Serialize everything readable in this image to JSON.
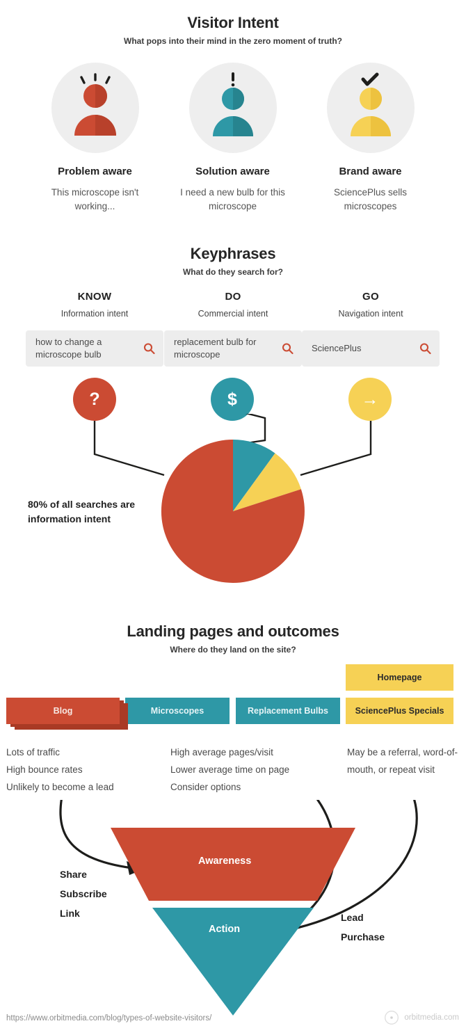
{
  "sections": {
    "visitor_intent": {
      "title": "Visitor Intent",
      "subtitle": "What pops into their mind in the zero moment of truth?",
      "personas": [
        {
          "name": "Problem aware",
          "quote": "This microscope isn't working...",
          "color": "#cb4b33",
          "shade": "#b8412b",
          "mark": "problem-lines-icon"
        },
        {
          "name": "Solution aware",
          "quote": "I need a new bulb for this microscope",
          "color": "#2e98a6",
          "shade": "#27848f",
          "mark": "exclamation-icon"
        },
        {
          "name": "Brand aware",
          "quote": "SciencePlus sells microscopes",
          "color": "#f6d155",
          "shade": "#edc23f",
          "mark": "check-icon"
        }
      ]
    },
    "keyphrases": {
      "title": "Keyphrases",
      "subtitle": "What do they search for?",
      "columns": [
        {
          "key": "KNOW",
          "intent": "Information intent",
          "query": "how to change a microscope bulb",
          "badge": "?",
          "color": "#cb4b33"
        },
        {
          "key": "DO",
          "intent": "Commercial intent",
          "query": "replacement bulb for microscope",
          "badge": "$",
          "color": "#2e98a6"
        },
        {
          "key": "GO",
          "intent": "Navigation intent",
          "query": "SciencePlus",
          "badge": "→",
          "color": "#f6d155"
        }
      ]
    },
    "pie_note": "80% of all searches are information intent",
    "landing_pages": {
      "title": "Landing pages and outcomes",
      "subtitle": "Where do they land on the site?",
      "homepage_tab": "Homepage",
      "tabs": [
        {
          "label": "Blog",
          "color": "#cb4b33"
        },
        {
          "label": "Microscopes",
          "color": "#2e98a6"
        },
        {
          "label": "Replacement Bulbs",
          "color": "#2e98a6"
        },
        {
          "label": "SciencePlus Specials",
          "color": "#f6d155"
        }
      ],
      "outcomes": [
        "Lots of traffic\nHigh bounce rates\nUnlikely to become a lead",
        "High average pages/visit\nLower average time on page\nConsider options",
        "May be a referral, word-of-mouth, or repeat visit"
      ]
    },
    "funnel": {
      "stages": [
        {
          "label": "Awareness",
          "color": "#cb4b33"
        },
        {
          "label": "Action",
          "color": "#2e98a6"
        }
      ],
      "left_actions": "Share\nSubscribe\nLink",
      "right_actions": "Lead\nPurchase"
    }
  },
  "footer": {
    "url": "https://www.orbitmedia.com/blog/types-of-website-visitors/",
    "brand": "orbitmedia.com"
  },
  "chart_data": {
    "type": "pie",
    "title": "Share of searches by intent",
    "labels": [
      "Information intent (KNOW)",
      "Commercial intent (DO)",
      "Navigation intent (GO)"
    ],
    "values": [
      80,
      10,
      10
    ],
    "unit": "%",
    "colors": [
      "#cb4b33",
      "#2e98a6",
      "#f6d155"
    ],
    "annotation": "80% of all searches are information intent",
    "start_angle_deg": 0,
    "legend": "none",
    "grid": false
  },
  "palette": {
    "red": "#cb4b33",
    "red_dark": "#a93a25",
    "teal": "#2e98a6",
    "yellow": "#f6d155",
    "disc_gray": "#eeeeee",
    "field_gray": "#ededed",
    "ink": "#262626",
    "body": "#4a4a4a",
    "footer_gray": "#8b8b8b"
  }
}
